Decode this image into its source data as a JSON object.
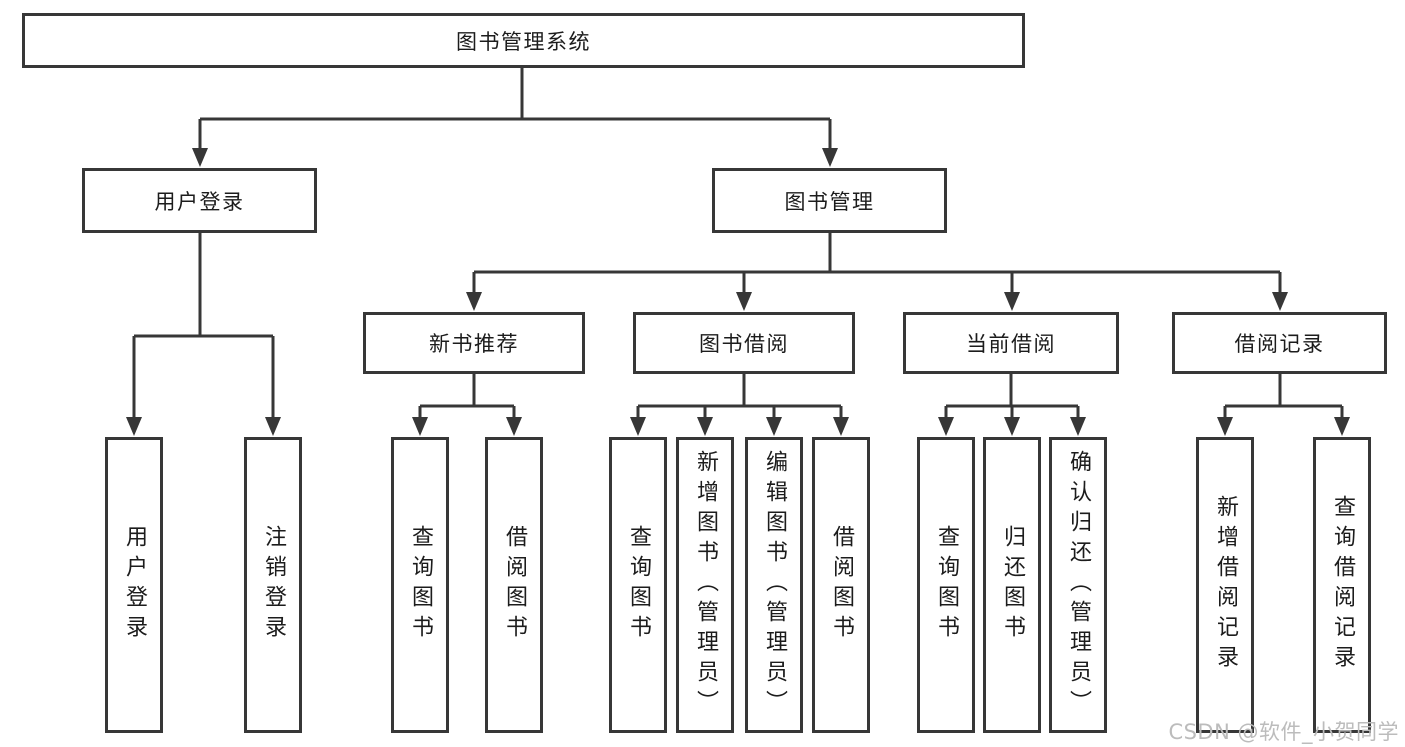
{
  "title": "图书管理系统",
  "level2": {
    "user_login": "用户登录",
    "book_management": "图书管理"
  },
  "level3": {
    "new_book_recommend": "新书推荐",
    "book_borrowing": "图书借阅",
    "current_borrowing": "当前借阅",
    "borrowing_records": "借阅记录"
  },
  "leaves": {
    "user_login": [
      "用户登录",
      "注销登录"
    ],
    "new_book_recommend": [
      "查询图书",
      "借阅图书"
    ],
    "book_borrowing": [
      "查询图书",
      "新增图书（管理员）",
      "编辑图书（管理员）",
      "借阅图书"
    ],
    "current_borrowing": [
      "查询图书",
      "归还图书",
      "确认归还（管理员）"
    ],
    "borrowing_records": [
      "新增借阅记录",
      "查询借阅记录"
    ]
  },
  "watermark": "CSDN @软件_小贺同学",
  "colors": {
    "line": "#373737",
    "text": "#1c1c1c",
    "watermark": "#bcbcbc",
    "background": "#ffffff"
  }
}
